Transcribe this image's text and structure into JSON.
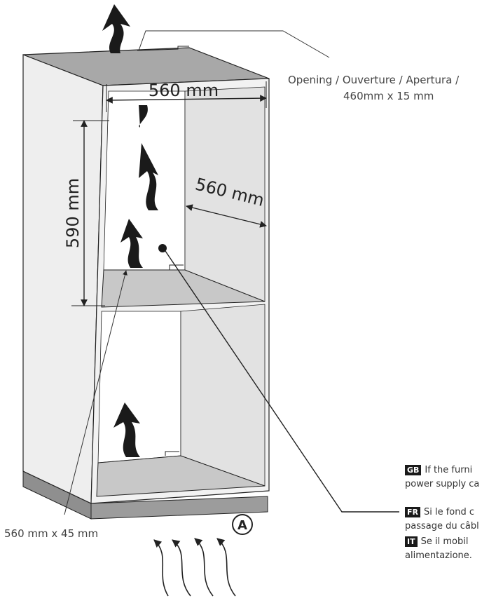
{
  "labels": {
    "opening_line1": "Opening / Ouverture / Apertura /",
    "opening_line2": "460mm x 15 mm",
    "width_top": "560 mm",
    "height_left": "590 mm",
    "depth": "560 mm",
    "bottom_opening": "560 mm x 45 mm",
    "marker": "A"
  },
  "notes": [
    {
      "code": "GB",
      "line1": "If the furni",
      "line2": "power supply ca"
    },
    {
      "code": "FR",
      "line1": "Si le fond c",
      "line2": "passage du câbl"
    },
    {
      "code": "IT",
      "line1": "Se il mobil",
      "line2": "alimentazione."
    }
  ],
  "colors": {
    "panel_fill": "#eeeeee",
    "side_fill": "#e2e2e2",
    "shelf_fill": "#c8c8c8",
    "top_fill": "#a8a8a8",
    "plinth_fill": "#9c9c9c",
    "stroke": "#222222",
    "arrow_fill": "#1a1a1a"
  },
  "icons": [
    "airflow-arrow-icon",
    "cable-hole-icon",
    "air-intake-icon"
  ]
}
